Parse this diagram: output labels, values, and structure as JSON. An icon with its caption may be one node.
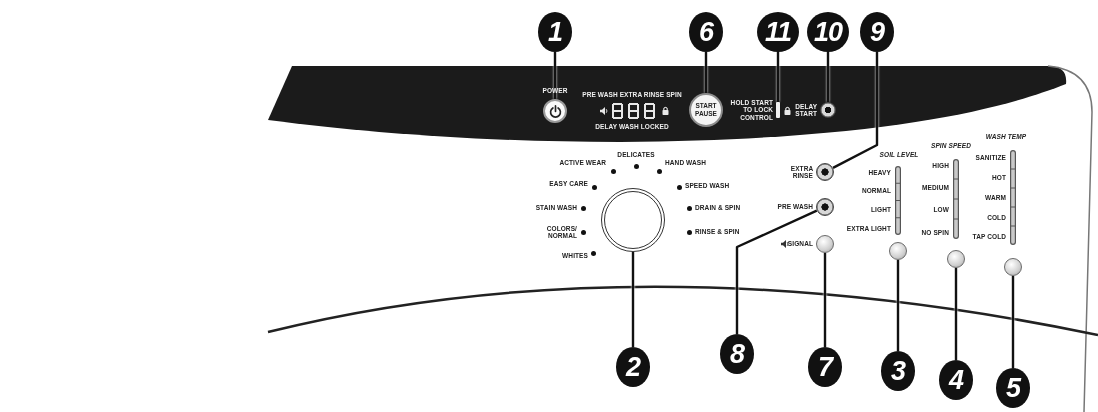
{
  "diagram": {
    "nodes": [
      {
        "text": [
          "1"
        ]
      },
      {
        "text": [
          "6"
        ]
      },
      {
        "text": [
          "11"
        ]
      },
      {
        "text": [
          "10"
        ]
      },
      {
        "text": [
          "9"
        ]
      },
      {
        "text": [],
        "shape": "circle",
        "beside": [
          "POWER"
        ]
      },
      {
        "text": [
          "START PAUSE"
        ]
      },
      {
        "text": [],
        "shape": "bar",
        "beside": [
          "HOLD START TO LOCK CONTROL"
        ]
      },
      {
        "text": [],
        "shape": "circle",
        "beside": [
          "DELAY START"
        ]
      },
      {
        "text": [],
        "shape": "circle",
        "beside": [
          "EXTRA RINSE"
        ]
      },
      {
        "text": [],
        "shape": "circle"
      },
      {
        "text": [],
        "shape": "circle",
        "beside": [
          "PRE WASH"
        ]
      },
      {
        "text": [],
        "shape": "circle",
        "beside": [
          "SIGNAL"
        ]
      },
      {
        "text": [],
        "shape": "circle"
      },
      {
        "text": [],
        "shape": "circle"
      },
      {
        "text": [],
        "shape": "circle"
      },
      {
        "text": [
          "2"
        ]
      },
      {
        "text": [
          "8"
        ]
      },
      {
        "text": [
          "7"
        ]
      },
      {
        "text": [
          "3"
        ]
      },
      {
        "text": [
          "4"
        ]
      },
      {
        "text": [
          "5"
        ]
      }
    ],
    "edges": [
      {
        "from": 0,
        "to": 5,
        "arrow": "none"
      },
      {
        "from": 1,
        "to": 6,
        "arrow": "none"
      },
      {
        "from": 2,
        "to": 7,
        "arrow": "none"
      },
      {
        "from": 3,
        "to": 8,
        "arrow": "none"
      },
      {
        "from": 4,
        "to": 9,
        "arrow": "none"
      },
      {
        "from": 16,
        "to": 10,
        "arrow": "none"
      },
      {
        "from": 17,
        "to": 11,
        "arrow": "none"
      },
      {
        "from": 18,
        "to": 12,
        "arrow": "none"
      },
      {
        "from": 19,
        "to": 13,
        "arrow": "none"
      },
      {
        "from": 20,
        "to": 14,
        "arrow": "none"
      },
      {
        "from": 21,
        "to": 15,
        "arrow": "none"
      }
    ],
    "labels": [
      "PRE WASH EXTRA RINSE SPIN",
      "DELAY WASH LOCKED",
      "DELICATES",
      "ACTIVE WEAR",
      "HAND WASH",
      "EASY CARE",
      "SPEED WASH",
      "STAIN WASH",
      "DRAIN & SPIN",
      "COLORS/ NORMAL",
      "RINSE & SPIN",
      "WHITES",
      "SOIL LEVEL",
      "HEAVY",
      "NORMAL",
      "LIGHT",
      "EXTRA LIGHT",
      "SPIN SPEED",
      "HIGH",
      "MEDIUM",
      "LOW",
      "NO SPIN",
      "WASH TEMP",
      "SANITIZE",
      "HOT",
      "WARM",
      "COLD",
      "TAP COLD"
    ]
  }
}
